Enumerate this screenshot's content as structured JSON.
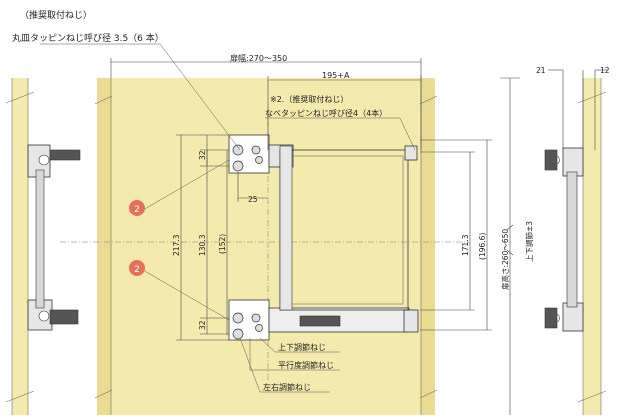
{
  "callouts": {
    "recommended_screw_top": "（推奨取付ねじ）",
    "recommended_screw_top_spec": "丸皿タッピンねじ呼び径 3.5（6 本）",
    "recommended_screw_right_1": "※2.（推奨取付ねじ）",
    "recommended_screw_right_2": "なべタッピンねじ呼び径4（4本）",
    "adjust_vertical": "上下調節ねじ",
    "adjust_parallel": "平行度調節ねじ",
    "adjust_lateral": "左右調節ねじ"
  },
  "dimensions": {
    "door_width": "扉幅:270～350",
    "offset_195": "195+A",
    "d21": "21",
    "d12": "12",
    "d32_top": "32",
    "d32_bottom": "32",
    "d25": "25",
    "d217": "217.3",
    "d130": "130.3",
    "d152": "(152)",
    "d171": "171.3",
    "d196": "(196.6)",
    "door_height": "扉高さ:260～650",
    "adjust_height": "上下調節±3"
  },
  "badges": [
    "2",
    "2"
  ]
}
